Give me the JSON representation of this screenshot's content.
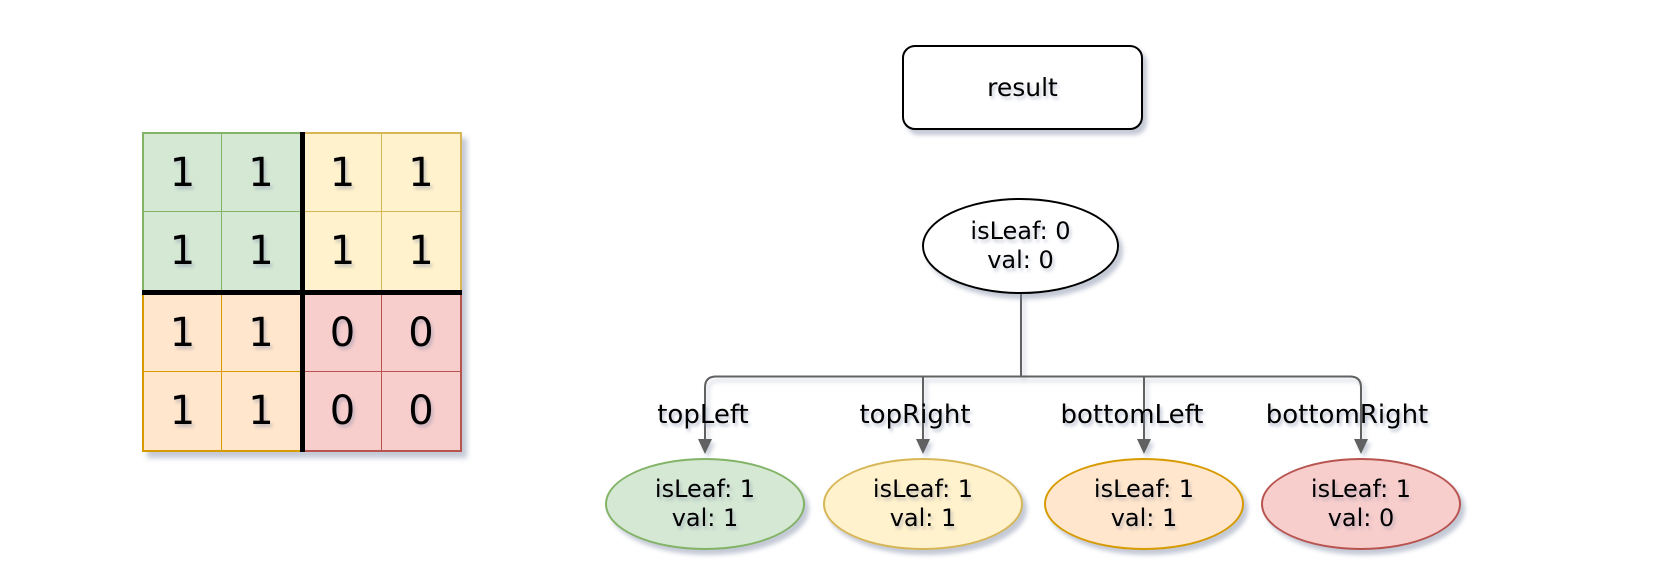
{
  "grid": {
    "cells": [
      [
        "1",
        "1",
        "1",
        "1"
      ],
      [
        "1",
        "1",
        "1",
        "1"
      ],
      [
        "1",
        "1",
        "0",
        "0"
      ],
      [
        "1",
        "1",
        "0",
        "0"
      ]
    ],
    "quadrants": {
      "topLeft": {
        "fill": "#d5e8d4",
        "stroke": "#82b366"
      },
      "topRight": {
        "fill": "#fff2cc",
        "stroke": "#d6b656"
      },
      "bottomLeft": {
        "fill": "#ffe6cc",
        "stroke": "#d79b00"
      },
      "bottomRight": {
        "fill": "#f8cecc",
        "stroke": "#b85450"
      }
    },
    "divider_color": "#000000"
  },
  "tree": {
    "result_label": "result",
    "connector_color": "#616161",
    "root": {
      "line1": "isLeaf: 0",
      "line2": "val: 0",
      "fill": "#ffffff",
      "stroke": "#000000"
    },
    "children": [
      {
        "edge_label": "topLeft",
        "line1": "isLeaf: 1",
        "line2": "val: 1",
        "fill": "#d5e8d4",
        "stroke": "#82b366"
      },
      {
        "edge_label": "topRight",
        "line1": "isLeaf: 1",
        "line2": "val: 1",
        "fill": "#fff2cc",
        "stroke": "#d6b656"
      },
      {
        "edge_label": "bottomLeft",
        "line1": "isLeaf: 1",
        "line2": "val: 1",
        "fill": "#ffe6cc",
        "stroke": "#d79b00"
      },
      {
        "edge_label": "bottomRight",
        "line1": "isLeaf: 1",
        "line2": "val: 0",
        "fill": "#f8cecc",
        "stroke": "#b85450"
      }
    ]
  }
}
